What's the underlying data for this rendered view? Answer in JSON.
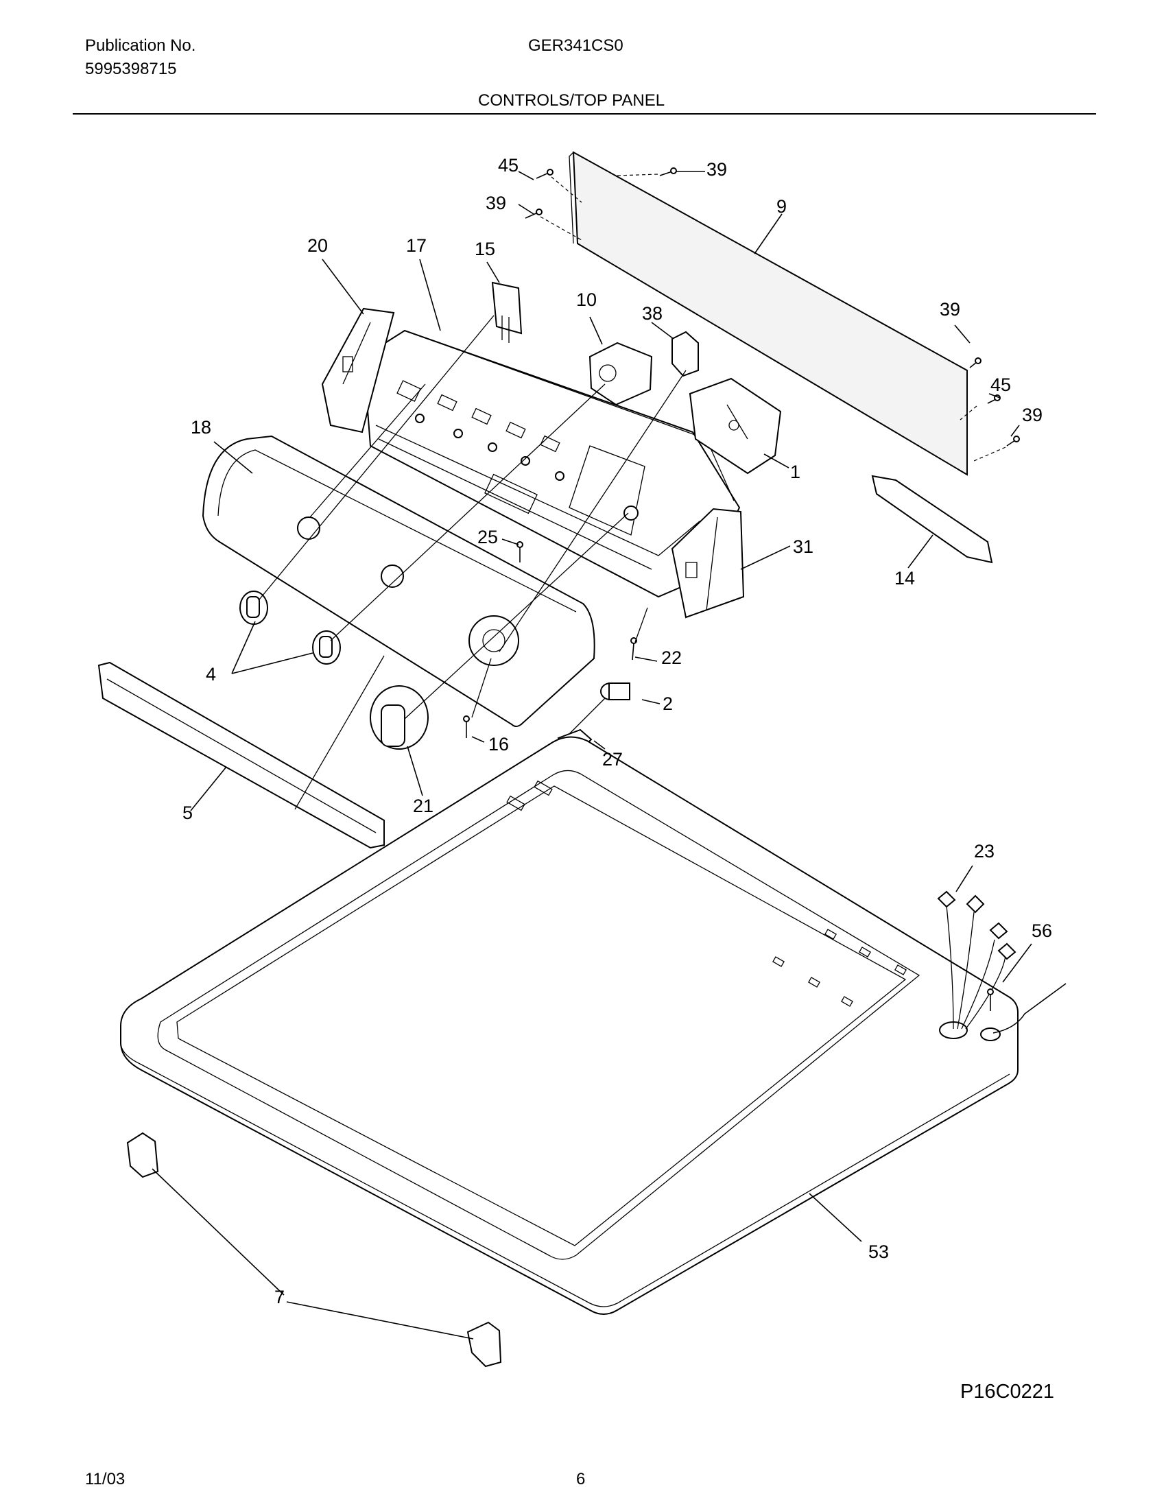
{
  "header": {
    "publication_label": "Publication No.",
    "publication_number": "5995398715",
    "model": "GER341CS0",
    "section_title": "CONTROLS/TOP PANEL"
  },
  "callouts": {
    "c1": "1",
    "c2": "2",
    "c4": "4",
    "c5": "5",
    "c7": "7",
    "c9": "9",
    "c10": "10",
    "c14": "14",
    "c15": "15",
    "c16": "16",
    "c17": "17",
    "c18": "18",
    "c20": "20",
    "c21": "21",
    "c22": "22",
    "c23": "23",
    "c25": "25",
    "c27": "27",
    "c31": "31",
    "c38": "38",
    "c39a": "39",
    "c39b": "39",
    "c39c": "39",
    "c39d": "39",
    "c45a": "45",
    "c45b": "45",
    "c53": "53",
    "c56": "56"
  },
  "illustration_code": "P16C0221",
  "footer": {
    "date": "11/03",
    "page": "6"
  }
}
